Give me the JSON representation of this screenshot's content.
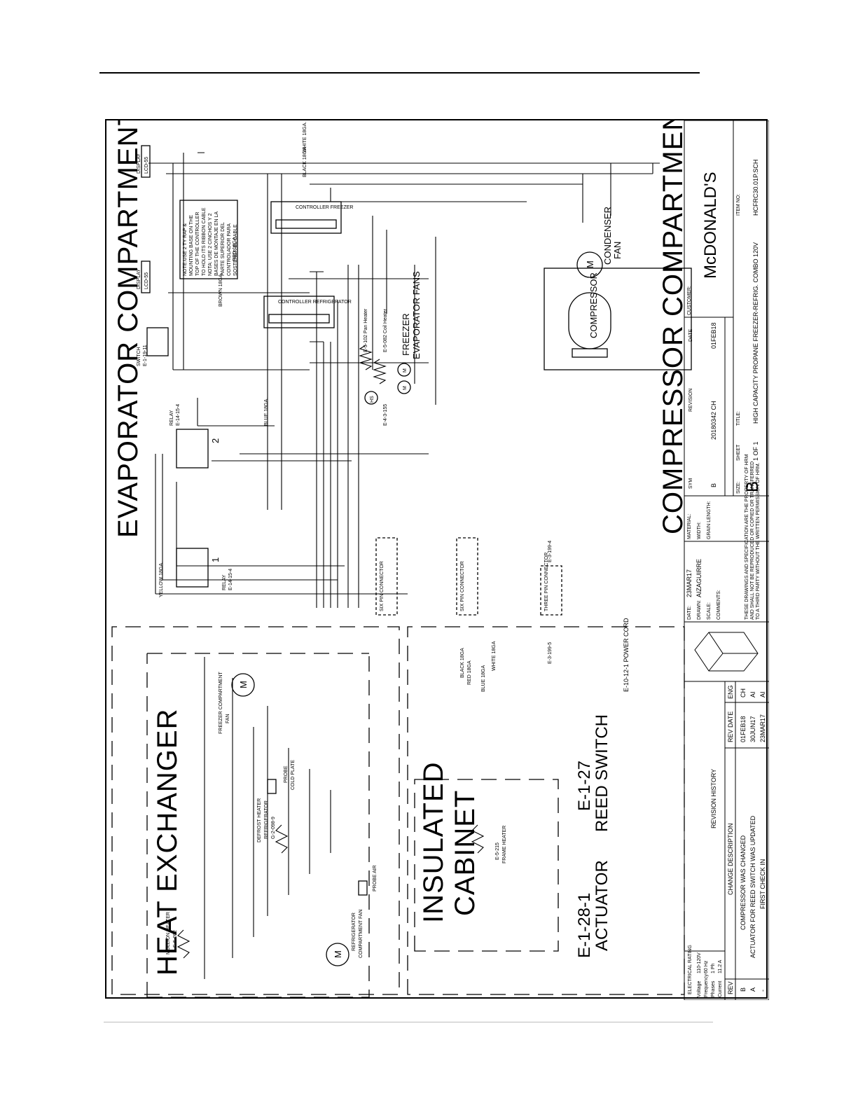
{
  "sections": {
    "evaporator": "EVAPORATOR COMPARTMENT",
    "compressor": "COMPRESSOR COMPARTMENT",
    "heat_exchanger": "HEAT EXCHANGER",
    "insulated": "INSULATED",
    "cabinet": "CABINET"
  },
  "components": {
    "display1_a": "DISPLAY",
    "display1_b": "LCD-55",
    "display2_a": "DISPLAY",
    "display2_b": "LCD-55",
    "switch_a": "SWITCH",
    "switch_b": "E-1-19-11",
    "relay2_a": "RELAY",
    "relay2_b": "E-14-15-4",
    "relay2_n": "2",
    "relay1_a": "RELAY",
    "relay1_b": "E-14-15-4",
    "relay1_n": "1",
    "freezer_ctrl": "CONTROLLER FREEZER",
    "refrig_ctrl": "CONTROLLER REFRIGERATOR",
    "pan_heater": "E-5-102 Pan Heater",
    "coil_heater": "E-5-082 Coil Heater",
    "hs": "E-4-3-155",
    "evap_fans_a": "FREEZER",
    "evap_fans_b": "EVAPORATOR FANS",
    "condenser_a": "CONDENSER",
    "condenser_b": "FAN",
    "compressor": "COMPRESSOR",
    "six_pin1": "SIX PIN CONNECTOR",
    "six_pin2": "SIX PIN CONNECTOR",
    "three_pin": "THREE PIN CONNECTOR",
    "conn_e3_199_4": "E-3-199-4",
    "conn_e3_199_5": "E-3-199-5",
    "power_cord": "E-10-12-1 POWER CORD",
    "freezer_fan_a": "FREEZER COMPARTMENT",
    "freezer_fan_b": "FAN",
    "probe_cold_a": "PROBE",
    "probe_cold_b": "COLD PLATE",
    "defrost_a": "DEFROST HEATER",
    "defrost_b": "REFRIGERATOR",
    "defrost_c": "G-2-098-9",
    "probe_air": "PROBE AIR",
    "mullion_a": "MULLION HEATER",
    "mullion_b": "E-5-092",
    "refrig_fan_a": "REFRIGERATOR",
    "refrig_fan_b": "COMPARTMENT FAN",
    "frame_heater_a": "E-5-215",
    "frame_heater_b": "FRAME HEATER",
    "reed_a": "E-1-27",
    "reed_b": "REED SWITCH",
    "actuator_a": "E-1-28-1",
    "actuator_b": "ACTUATOR",
    "note": [
      "NOTE:USE 2 TY RAP &",
      "MOUNTING BASE ON THE",
      "TOP OF THE CONTROLLER",
      "TO HOLD ITS RIBBON CABLE",
      "NOTA: USE 2 CINCHOS Y 2",
      "BASES DE MONTAJE EN LA",
      "PARTE SUPERIOR DEL",
      "CONTROLADOR PARA",
      "SOSTENER EL CABLE"
    ]
  },
  "wire_labels": {
    "white": "WHITE 18GA.",
    "black": "BLACK 18GA.",
    "red": "RED 18GA.",
    "blue": "BLUE 18GA.",
    "yellow": "YELLOW 18GA.",
    "brown": "BROWN 18GA.",
    "white_b": "WHITE 18GA",
    "black_b": "BLACK 18GA",
    "red_b": "RED 18GA",
    "blue_b": "BLUE 18GA"
  },
  "electrical": {
    "title": "ELECTRICAL RATING",
    "rows": [
      {
        "k": "Voltage",
        "v": "110-120V"
      },
      {
        "k": "Frequency",
        "v": "60 Hz"
      },
      {
        "k": "Phases",
        "v": "1 Ph"
      },
      {
        "k": "Current",
        "v": "11.2 A"
      }
    ]
  },
  "revision_history": {
    "title": "REVISION HISTORY",
    "headers": {
      "rev": "REV",
      "desc": "CHANGE DESCRIPTION",
      "date": "REV DATE",
      "eng": "ENG"
    },
    "rows": [
      {
        "rev": "B",
        "desc": "COMPRESSOR WAS CHANGED",
        "date": "01FEB18",
        "eng": "CH"
      },
      {
        "rev": "A",
        "desc": "ACTUATOR FOR REED SWITCH WAS UPDATED",
        "date": "30JUN17",
        "eng": "AI"
      },
      {
        "rev": "-",
        "desc": "FIRST CHECK IN",
        "date": "23MAR17",
        "eng": "AI"
      }
    ]
  },
  "title_block": {
    "date_label": "DATE:",
    "date": "23MAR17",
    "drawn_label": "DRAWN:",
    "drawn": "AIZAGUIRRE",
    "scale_label": "SCALE:",
    "comments_label": "COMMENTS:",
    "material_label": "MATERIAL:",
    "width_label": "WIDTH:",
    "grain_label": "GRAIN LENGTH:",
    "sym_label": "SYM",
    "sym": "B",
    "revision_label": "REVISION",
    "revision": "20180342 CH",
    "rev_date_label": "DATE",
    "rev_date": "01FEB18",
    "customer_label": "CUSTOMER:",
    "customer": "McDONALD'S",
    "size_label": "SIZE:",
    "size": "B",
    "sheet_label": "SHEET",
    "sheet": "1 OF 1",
    "title_label": "TITLE:",
    "title": "HIGH CAPACITY PROPANE FREEZER-REFRIG. COMBO 120V",
    "item_label": "ITEM NO:",
    "item": "HCFRC30.01P.SCH",
    "legal": [
      "THESE DRAWINGS AND SPECIFICATION ARE THE PROPERTY OF HRM",
      "AND SHALL NOT BE REPRODUCED OR COPIED OR TRANSFERRED",
      "TO A THIRD PARTY WITHOUT THE WRITTEN PERMISSION OF HRM."
    ]
  }
}
